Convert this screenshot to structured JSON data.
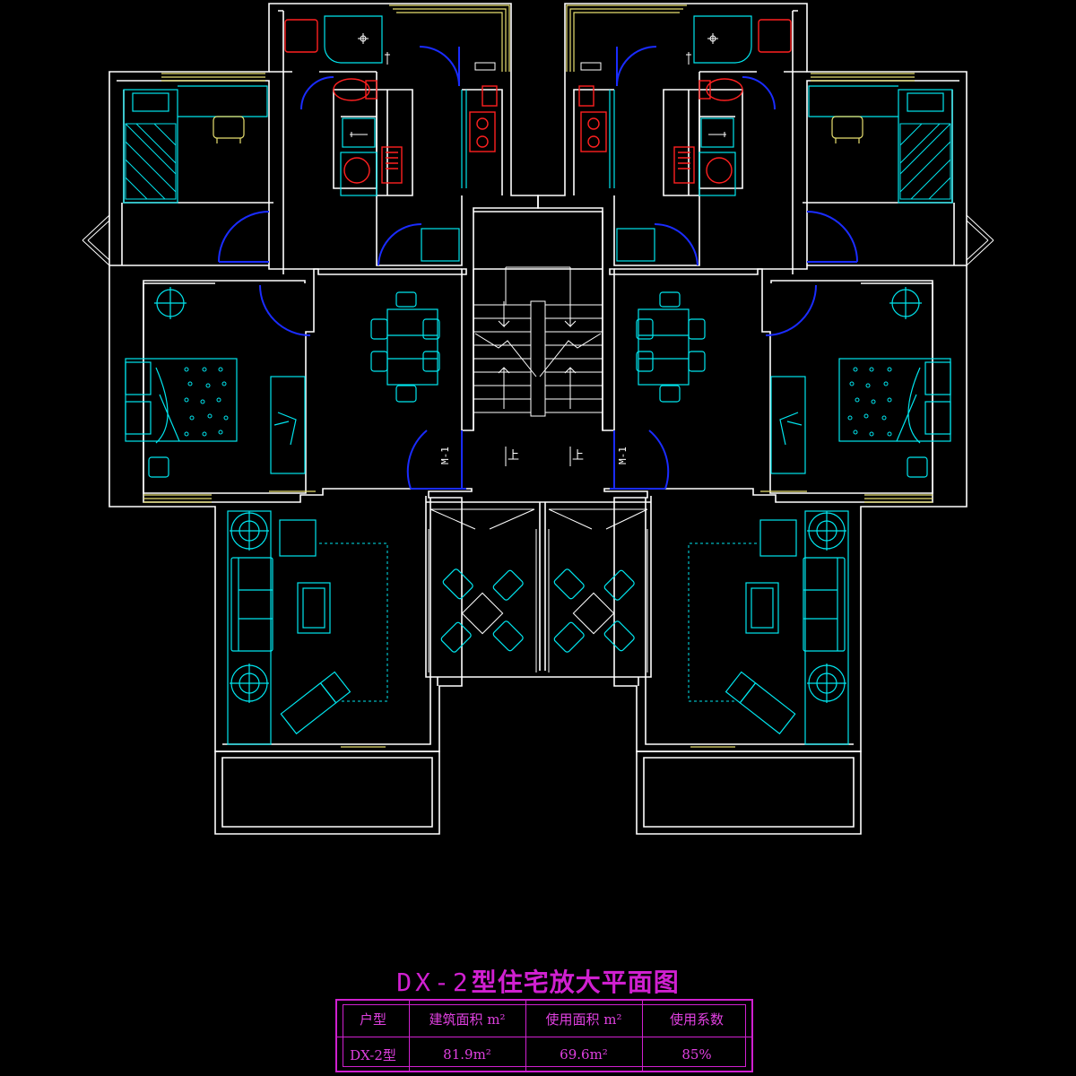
{
  "drawing": {
    "title_code": "DX-2",
    "title_text": "型住宅放大平面图",
    "door_labels": [
      "M-1",
      "M-1"
    ],
    "stair_labels": [
      "上",
      "上"
    ]
  },
  "area_table": {
    "headers": [
      "户型",
      "建筑面积 m²",
      "使用面积 m²",
      "使用系数"
    ],
    "row": [
      "DX-2型",
      "81.9m²",
      "69.6m²",
      "85%"
    ]
  },
  "colors": {
    "walls": "#ffffff",
    "furniture": "#00e5ee",
    "fixtures": "#ff2020",
    "doors": "#1a2cff",
    "windows": "#e8e070",
    "annotation": "#d020d0"
  }
}
